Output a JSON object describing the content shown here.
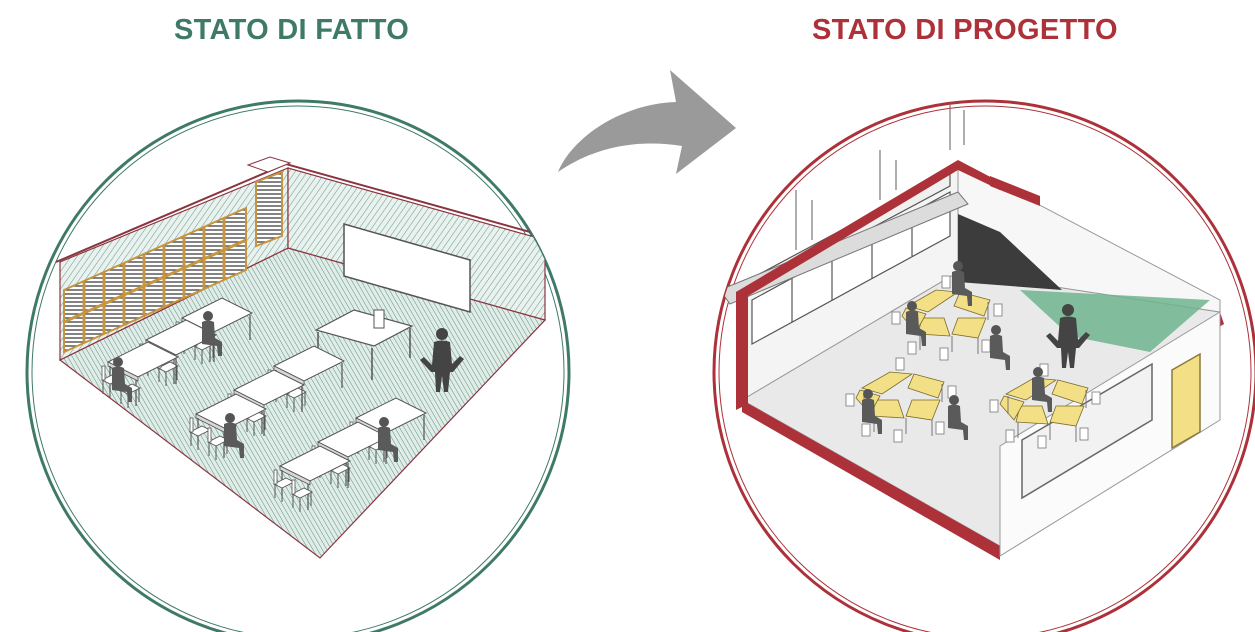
{
  "left_panel": {
    "title": "STATO DI FATTO",
    "accent_color": "#3f7a68",
    "scene": "traditional-classroom-rows"
  },
  "right_panel": {
    "title": "STATO DI PROGETTO",
    "accent_color": "#ad3139",
    "scene": "collaborative-classroom-clusters",
    "highlight_colors": {
      "tables": "#f2df86",
      "projection": "#6fb48e"
    }
  },
  "transition_arrow": {
    "color": "#9a9a9a",
    "direction": "left-to-right"
  }
}
